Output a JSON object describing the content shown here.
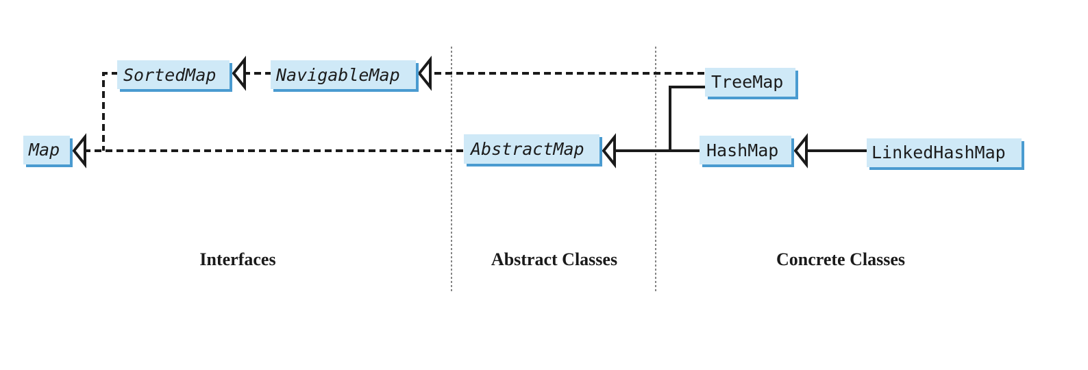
{
  "sections": {
    "interfaces": "Interfaces",
    "abstract_classes": "Abstract Classes",
    "concrete_classes": "Concrete Classes"
  },
  "nodes": {
    "map": "Map",
    "sorted_map": "SortedMap",
    "navigable_map": "NavigableMap",
    "abstract_map": "AbstractMap",
    "tree_map": "TreeMap",
    "hash_map": "HashMap",
    "linked_hash_map": "LinkedHashMap"
  },
  "colors": {
    "node_fill": "#cfe9f7",
    "node_shadow": "#4a9bd0",
    "line": "#1a1a1a"
  }
}
